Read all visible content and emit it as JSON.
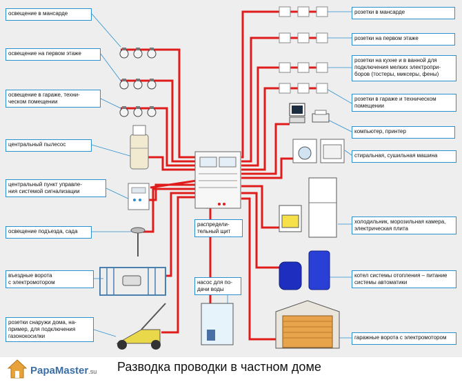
{
  "labels": {
    "attic_lighting": "освещение в мансарде",
    "first_floor_lighting": "освещение на первом этаже",
    "garage_lighting": "освещение в гараже, техни-\nческом помещении",
    "central_vacuum": "центральный пылесос",
    "alarm_center": "центральный пункт управле-\nния системой сигнализации",
    "porch_lighting": "освещение подъезда, сада",
    "entry_gate": "въездные ворота\nс электромотором",
    "outdoor_sockets": "розетки снаружи дома, на-\nпример, для подключения\nгазонокосилки",
    "distribution_board": "распредели-\nтельный щит",
    "pump": "насос для по-\nдачи воды",
    "attic_sockets": "розетки в мансарде",
    "first_floor_sockets": "розетки на первом этаже",
    "kitchen_sockets": "розетки на кухне и в ванной для\nподключения мелких электропри-\nборов (тостеры, миксеры, фены)",
    "garage_sockets": "розетки в гараже и техническом\nпомещении",
    "computer": "компьютер, принтер",
    "washer_dryer": "стиральная, сушильная машина",
    "fridge_stove": "холодильник, морозильная камера,\nэлектрическая плита",
    "boiler": "котел системы отопления – питание\nсистемы автоматики",
    "garage_door": "гаражные ворота с электромотором"
  },
  "caption": "Разводка проводки в частном доме",
  "logo": {
    "brand": "PapaMaster",
    "suffix": ".su"
  },
  "colors": {
    "background": "#eeeeee",
    "wire": "#e01b1b",
    "leader": "#2a8fd0",
    "label_border": "#2a8fd0"
  },
  "icons": [
    "light-bulb-icon",
    "socket-icon",
    "vacuum-unit-icon",
    "alarm-panel-icon",
    "street-lamp-icon",
    "gate-icon",
    "lawnmower-icon",
    "pump-tank-icon",
    "computer-icon",
    "printer-icon",
    "washing-machine-icon",
    "dryer-icon",
    "stove-icon",
    "fridge-icon",
    "boiler-icon",
    "garage-door-icon",
    "house-logo-icon"
  ]
}
